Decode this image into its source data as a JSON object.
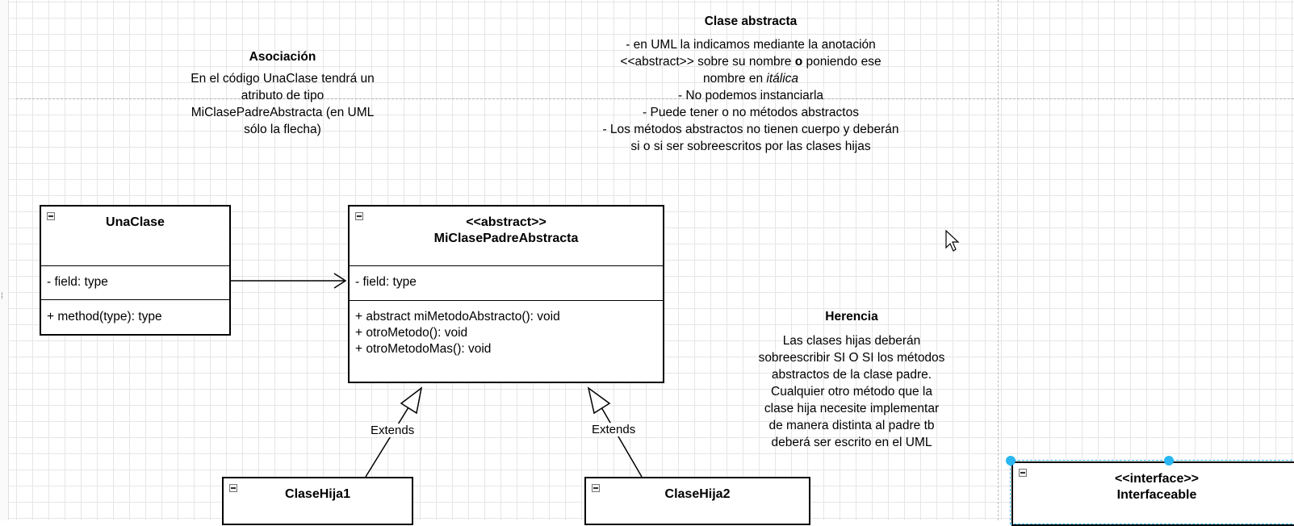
{
  "notes": {
    "asociacion": {
      "title": "Asociación",
      "lines": [
        "En el código UnaClase tendrá un",
        "atributo de tipo",
        "MiClasePadreAbstracta (en UML",
        "sólo la flecha)"
      ]
    },
    "abstracta": {
      "title": "Clase abstracta",
      "line1": "- en UML la indicamos mediante la anotación",
      "line2_a": "<<abstract>> sobre su nombre ",
      "line2_b": "o",
      "line2_c": " poniendo ese",
      "line3_a": "nombre en ",
      "line3_b": "itálica",
      "lines_rest": [
        "- No podemos instanciarla",
        "- Puede tener o no métodos abstractos",
        "- Los métodos abstractos no tienen cuerpo y deberán",
        "si o si ser sobreescritos por las clases hijas"
      ]
    },
    "herencia": {
      "title": "Herencia",
      "lines": [
        "Las clases hijas deberán",
        "sobreescribir SI O SI los métodos",
        "abstractos de la clase padre.",
        "Cualquier otro método que la",
        "clase hija necesite implementar",
        "de manera distinta al padre tb",
        "deberá ser escrito en el UML"
      ]
    }
  },
  "classes": {
    "una_clase": {
      "name": "UnaClase",
      "attributes": [
        "- field: type"
      ],
      "methods": [
        "+ method(type): type"
      ]
    },
    "padre": {
      "stereotype": "<<abstract>>",
      "name": "MiClasePadreAbstracta",
      "attributes": [
        "- field: type"
      ],
      "methods": [
        "+ abstract miMetodoAbstracto(): void",
        "+ otroMetodo(): void",
        "+ otroMetodoMas(): void"
      ]
    },
    "hija1": {
      "name": "ClaseHija1"
    },
    "hija2": {
      "name": "ClaseHija2"
    },
    "interfaz": {
      "stereotype": "<<interface>>",
      "name": "Interfaceable"
    }
  },
  "edges": {
    "extends_left": "Extends",
    "extends_right": "Extends"
  },
  "icons": {
    "collapse": "collapse-minus-icon",
    "cursor": "mouse-pointer-icon",
    "selection": "selection-handle"
  },
  "colors": {
    "selection": "#29b6f2",
    "grid": "#e6e6e6"
  }
}
